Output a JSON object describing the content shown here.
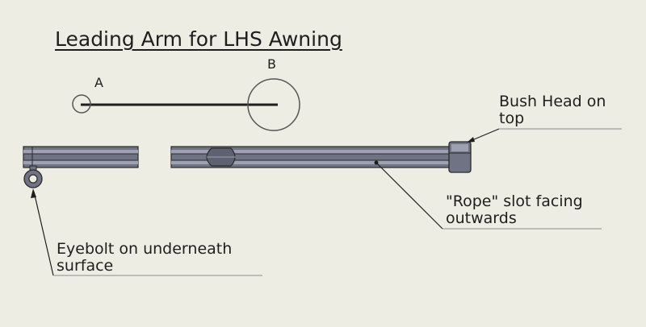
{
  "title": "Leading Arm for LHS Awning",
  "detail_labels": {
    "a": "A",
    "b": "B"
  },
  "callouts": {
    "bush_head": [
      "Bush Head on",
      "top"
    ],
    "rope_slot": [
      "\"Rope\" slot facing",
      "outwards"
    ],
    "eyebolt": [
      "Eyebolt on underneath",
      "surface"
    ]
  },
  "colors": {
    "background": "#eeede4",
    "line": "#2a2a2a",
    "arm_body": "#6f7384",
    "arm_highlight": "#9da1b2",
    "leader": "#8c8c8c"
  }
}
